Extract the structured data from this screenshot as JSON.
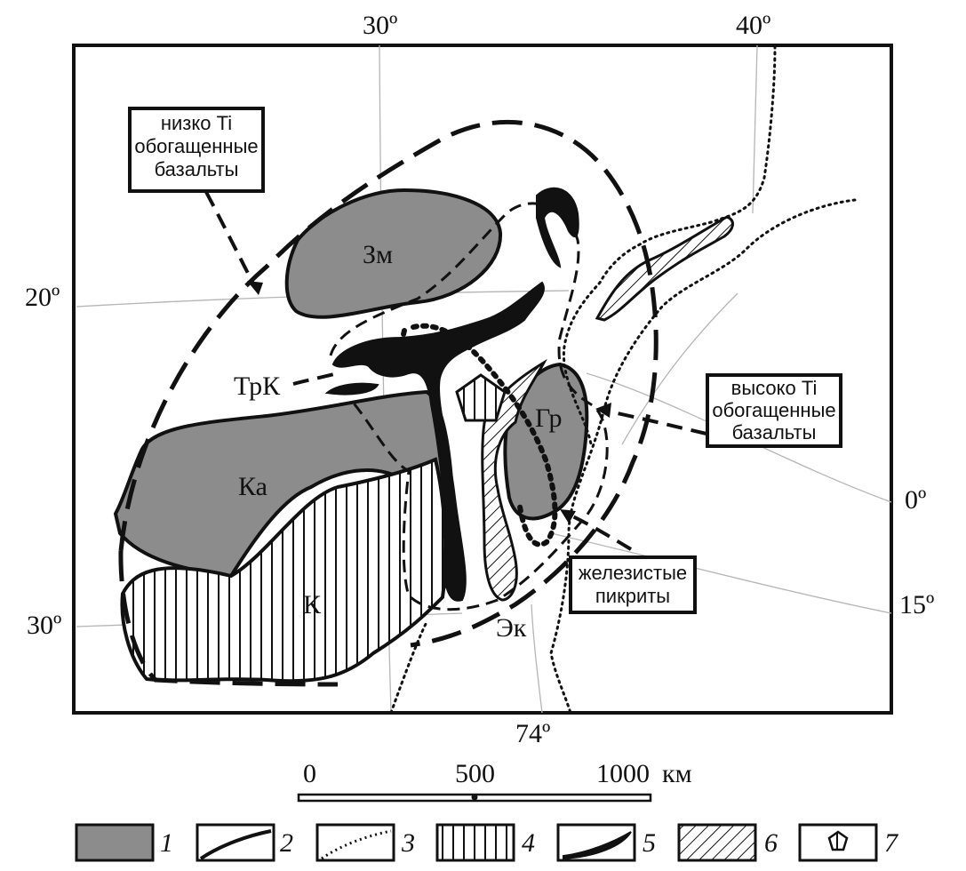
{
  "coordinates": {
    "top": [
      "30º",
      "40º"
    ],
    "left": [
      "20º",
      "30º"
    ],
    "right": [
      "0º",
      "15º"
    ],
    "bottom": [
      "74º"
    ]
  },
  "regions": {
    "zm": "Зм",
    "trk": "ТрК",
    "ka": "Ка",
    "k": "К",
    "gr": "Гр",
    "ek": "Эк"
  },
  "callouts": {
    "low_ti": [
      "низко Ti",
      "обогащенные",
      "базальты"
    ],
    "high_ti": [
      "высоко Ti",
      "обогащенные",
      "базальты"
    ],
    "ferro_picrites": [
      "железистые",
      "пикриты"
    ]
  },
  "scale_bar": {
    "labels": [
      "0",
      "500",
      "1000"
    ],
    "unit": "км"
  },
  "legend": {
    "items": [
      {
        "number": "1",
        "symbol": "gray-fill"
      },
      {
        "number": "2",
        "symbol": "solid-line"
      },
      {
        "number": "3",
        "symbol": "dotted-line"
      },
      {
        "number": "4",
        "symbol": "vertical-hatch"
      },
      {
        "number": "5",
        "symbol": "black-lens"
      },
      {
        "number": "6",
        "symbol": "diagonal-hatch"
      },
      {
        "number": "7",
        "symbol": "pentagon"
      }
    ]
  },
  "colors": {
    "gray_fill": "#8c8c8c",
    "black_fill": "#111111",
    "grid_line": "#b5b5b5"
  }
}
